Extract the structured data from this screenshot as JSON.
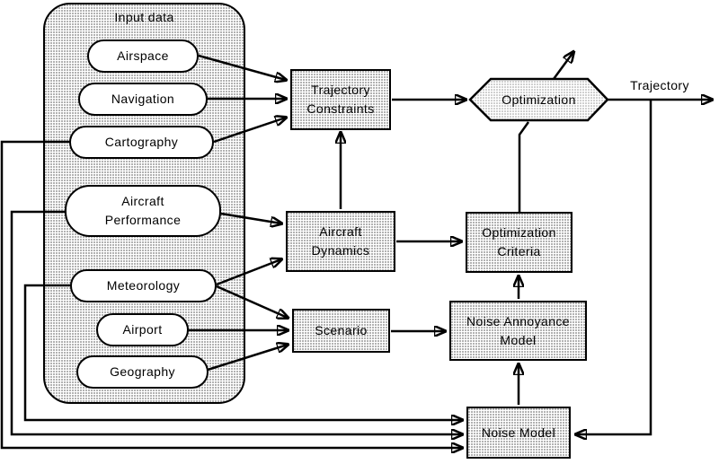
{
  "diagram": {
    "colors": {
      "border": "#000000",
      "background": "#ffffff",
      "stipple_dot": "#999999",
      "pill_fill": "#ffffff"
    },
    "input_group": {
      "title": "Input data",
      "pills": [
        {
          "id": "airspace",
          "label": "Airspace"
        },
        {
          "id": "navigation",
          "label": "Navigation"
        },
        {
          "id": "cartography",
          "label": "Cartography"
        },
        {
          "id": "aircraft-performance",
          "label": "Aircraft\nPerformance"
        },
        {
          "id": "meteorology",
          "label": "Meteorology"
        },
        {
          "id": "airport",
          "label": "Airport"
        },
        {
          "id": "geography",
          "label": "Geography"
        }
      ]
    },
    "process_boxes": [
      {
        "id": "trajectory-constraints",
        "label": "Trajectory\nConstraints"
      },
      {
        "id": "aircraft-dynamics",
        "label": "Aircraft\nDynamics"
      },
      {
        "id": "scenario",
        "label": "Scenario"
      },
      {
        "id": "optimization-criteria",
        "label": "Optimization\nCriteria"
      },
      {
        "id": "noise-annoyance-model",
        "label": "Noise Annoyance\nModel"
      },
      {
        "id": "noise-model",
        "label": "Noise Model"
      }
    ],
    "decision": {
      "id": "optimization",
      "label": "Optimization"
    },
    "output_label": "Trajectory"
  }
}
